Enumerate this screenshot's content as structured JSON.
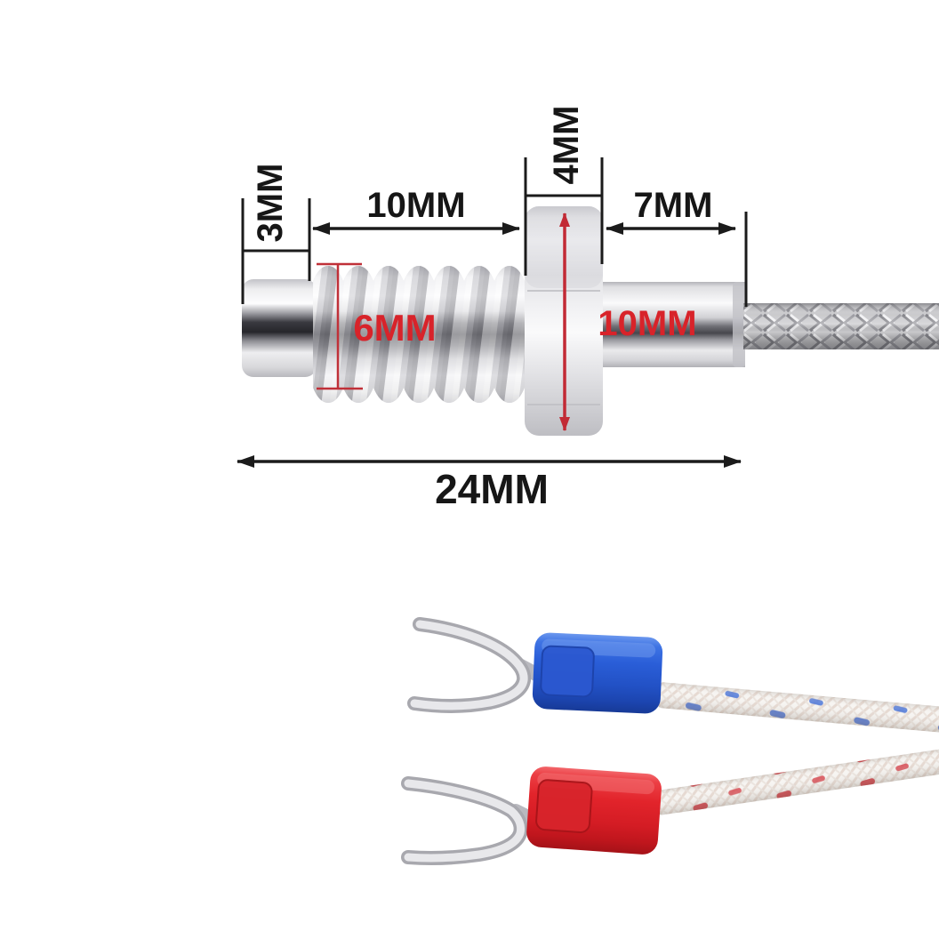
{
  "figure": {
    "description": "Dimension diagram of a threaded thermocouple probe with braided cable and two fork spade terminals",
    "labels": {
      "tip_length": "3MM",
      "thread_length": "10MM",
      "hex_width": "4MM",
      "rear_length": "7MM",
      "thread_diameter": "6MM",
      "hex_height": "10MM",
      "total_length": "24MM"
    },
    "colors": {
      "background": "#ffffff",
      "dimension_lines": "#1b1b1b",
      "red_labels": "#d8232a",
      "red_dimension": "#c22a35",
      "blue_terminal": "#2a5ed8",
      "red_terminal": "#e2242b",
      "metal_light": "#f2f2f4",
      "metal_dark": "#3c3c42"
    },
    "parts": {
      "probe_tip": "probe tip",
      "threaded_section": "threaded section",
      "hex_nut": "hex nut",
      "rear_shaft": "rear shaft",
      "braided_cable": "stainless braided cable",
      "fork_terminal_blue": "blue fork terminal",
      "fork_terminal_red": "red fork terminal",
      "wire_blue": "white wire with blue tracer",
      "wire_red": "white wire with red tracer"
    }
  }
}
